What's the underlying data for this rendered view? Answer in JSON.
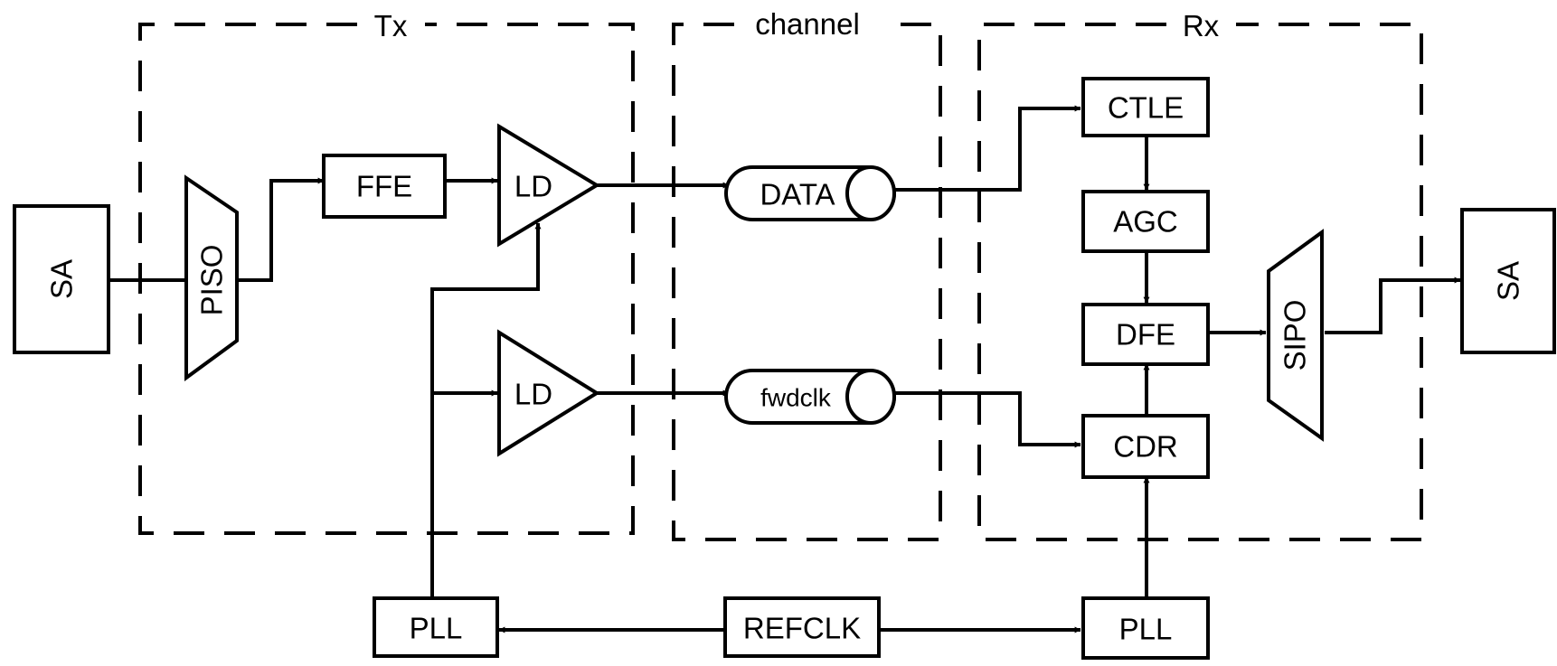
{
  "regions": {
    "tx": "Tx",
    "channel": "channel",
    "rx": "Rx"
  },
  "blocks": {
    "sa_in": "SA",
    "piso": "PISO",
    "ffe": "FFE",
    "ld_data": "LD",
    "ld_clk": "LD",
    "data": "DATA",
    "fwdclk": "fwdclk",
    "ctle": "CTLE",
    "agc": "AGC",
    "dfe": "DFE",
    "cdr": "CDR",
    "sipo": "SIPO",
    "sa_out": "SA",
    "pll_tx": "PLL",
    "refclk": "REFCLK",
    "pll_rx": "PLL"
  }
}
